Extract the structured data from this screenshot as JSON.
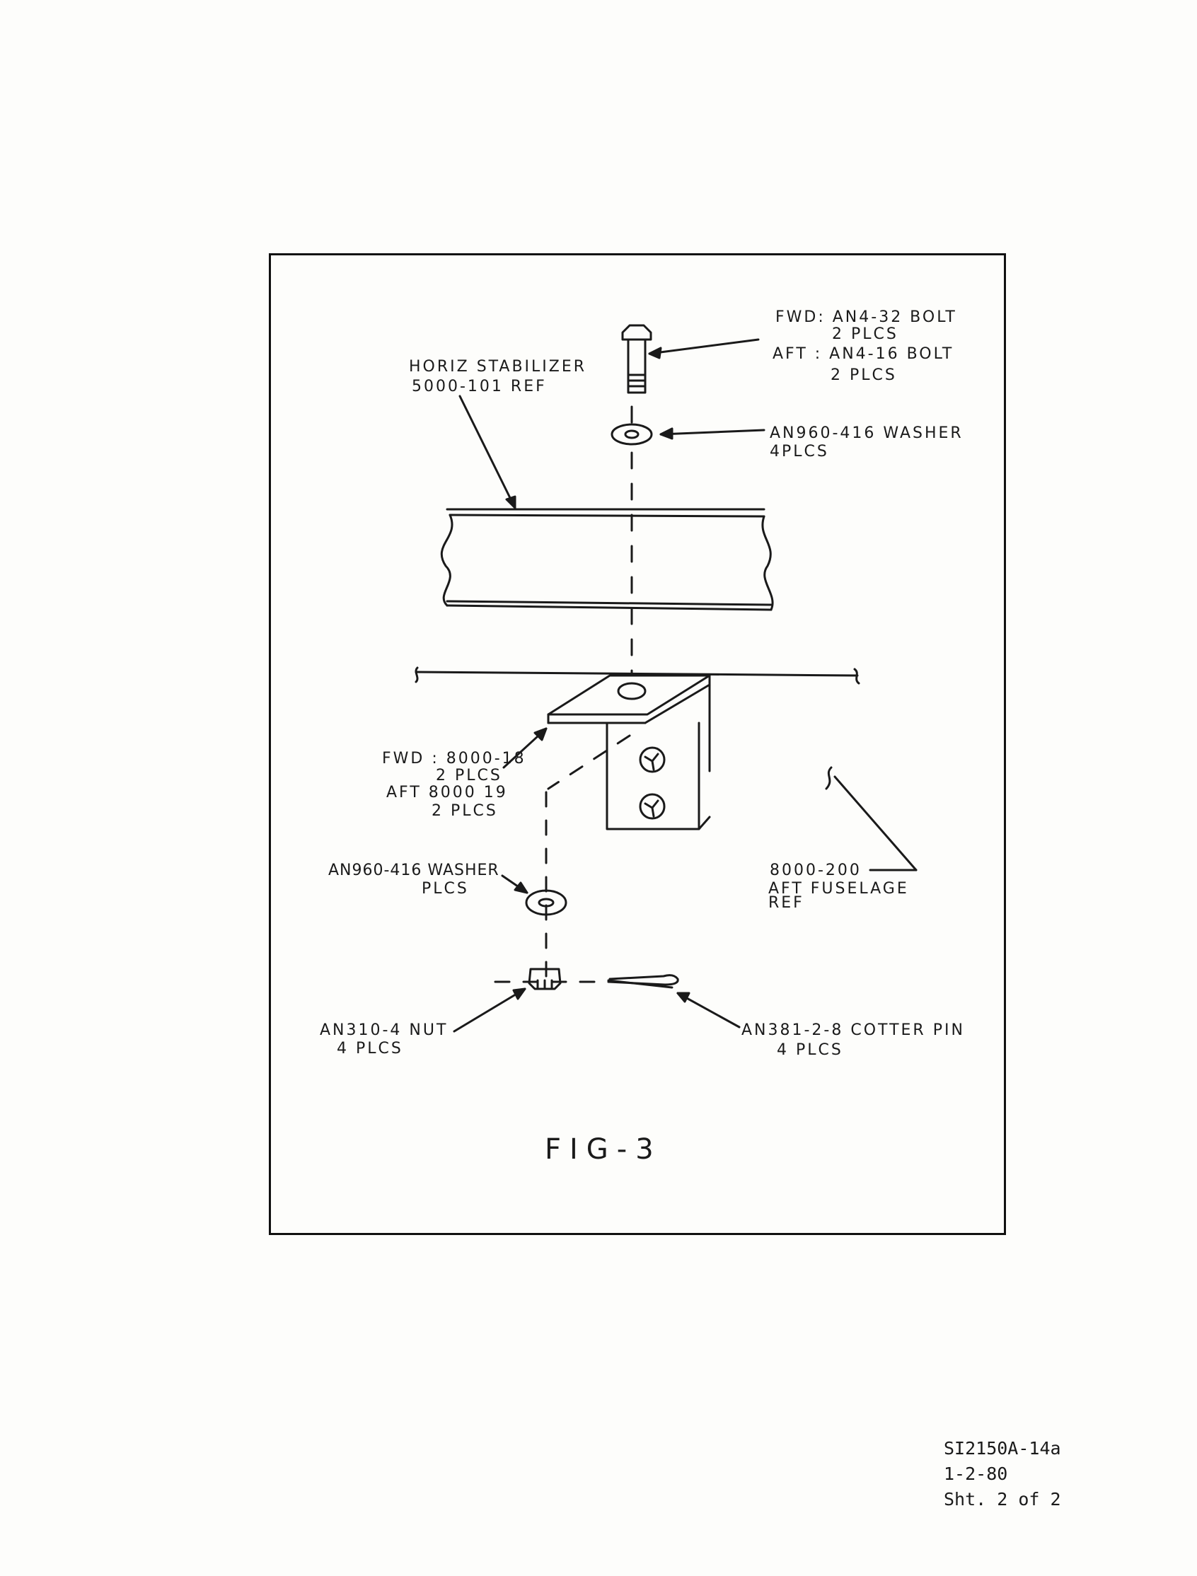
{
  "labels": {
    "bolt_line1": "FWD: AN4-32 BOLT",
    "bolt_line2": "2 PLCS",
    "bolt_line3": "AFT : AN4-16 BOLT",
    "bolt_line4": "2 PLCS",
    "washer_top_line1": "AN960-416 WASHER",
    "washer_top_line2": "4PLCS",
    "stabilizer_line1": "HORIZ STABILIZER",
    "stabilizer_line2": "5000-101 REF",
    "bracket_line1": "FWD : 8000-18",
    "bracket_line2": "2 PLCS",
    "bracket_line3": "AFT 8000 19",
    "bracket_line4": "2 PLCS",
    "washer_bottom_line1": "AN960-416 WASHER",
    "washer_bottom_line2": "PLCS",
    "fuselage_line1": "8000-200",
    "fuselage_line2": "AFT FUSELAGE",
    "fuselage_line3": "REF",
    "nut_line1": "AN310-4 NUT",
    "nut_line2": "4 PLCS",
    "cotter_line1": "AN381-2-8 COTTER PIN",
    "cotter_line2": "4 PLCS"
  },
  "figure_caption": "FIG-3",
  "document_id": {
    "number": "SI2150A-14a",
    "date": "1-2-80",
    "sheet": "Sht. 2 of 2"
  }
}
